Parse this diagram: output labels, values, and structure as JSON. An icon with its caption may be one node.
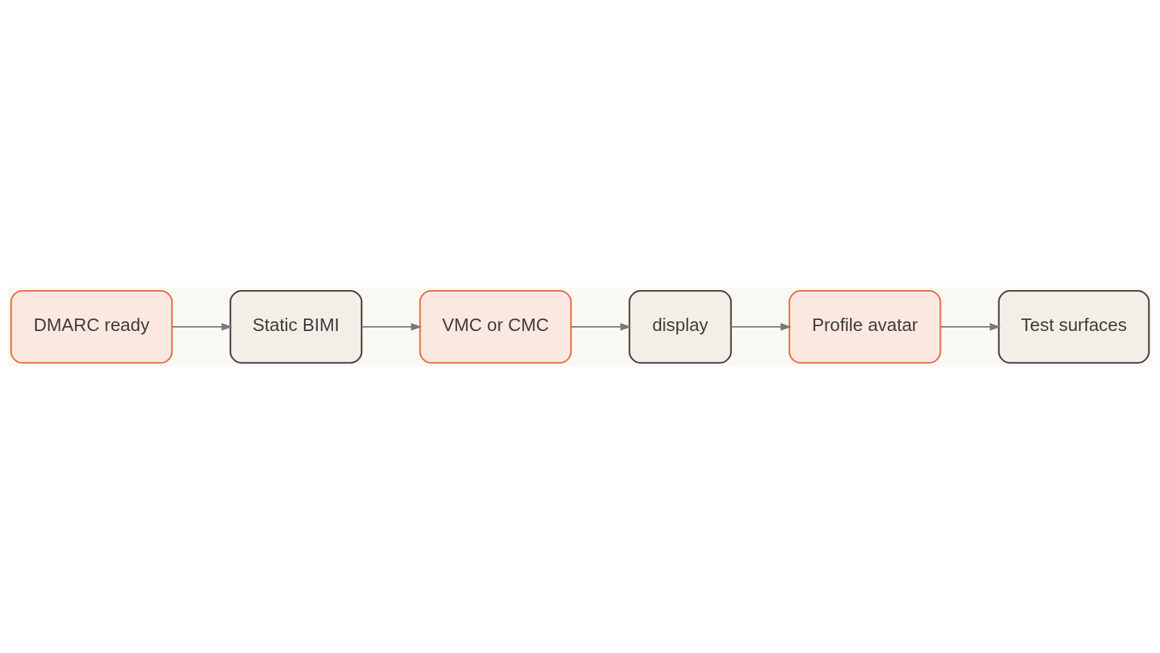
{
  "diagram": {
    "nodes": [
      {
        "text": [
          "DMARC ready"
        ]
      },
      {
        "text": [
          "Static BIMI"
        ]
      },
      {
        "text": [
          "VMC or CMC"
        ]
      },
      {
        "text": [
          "display"
        ]
      },
      {
        "text": [
          "Profile avatar"
        ]
      },
      {
        "text": [
          "Test surfaces"
        ]
      }
    ],
    "edges": [
      {
        "from": 0,
        "to": 1,
        "arrow": "to"
      },
      {
        "from": 1,
        "to": 2,
        "arrow": "to"
      },
      {
        "from": 2,
        "to": 3,
        "arrow": "to"
      },
      {
        "from": 3,
        "to": 4,
        "arrow": "to"
      },
      {
        "from": 4,
        "to": 5,
        "arrow": "to"
      }
    ]
  }
}
